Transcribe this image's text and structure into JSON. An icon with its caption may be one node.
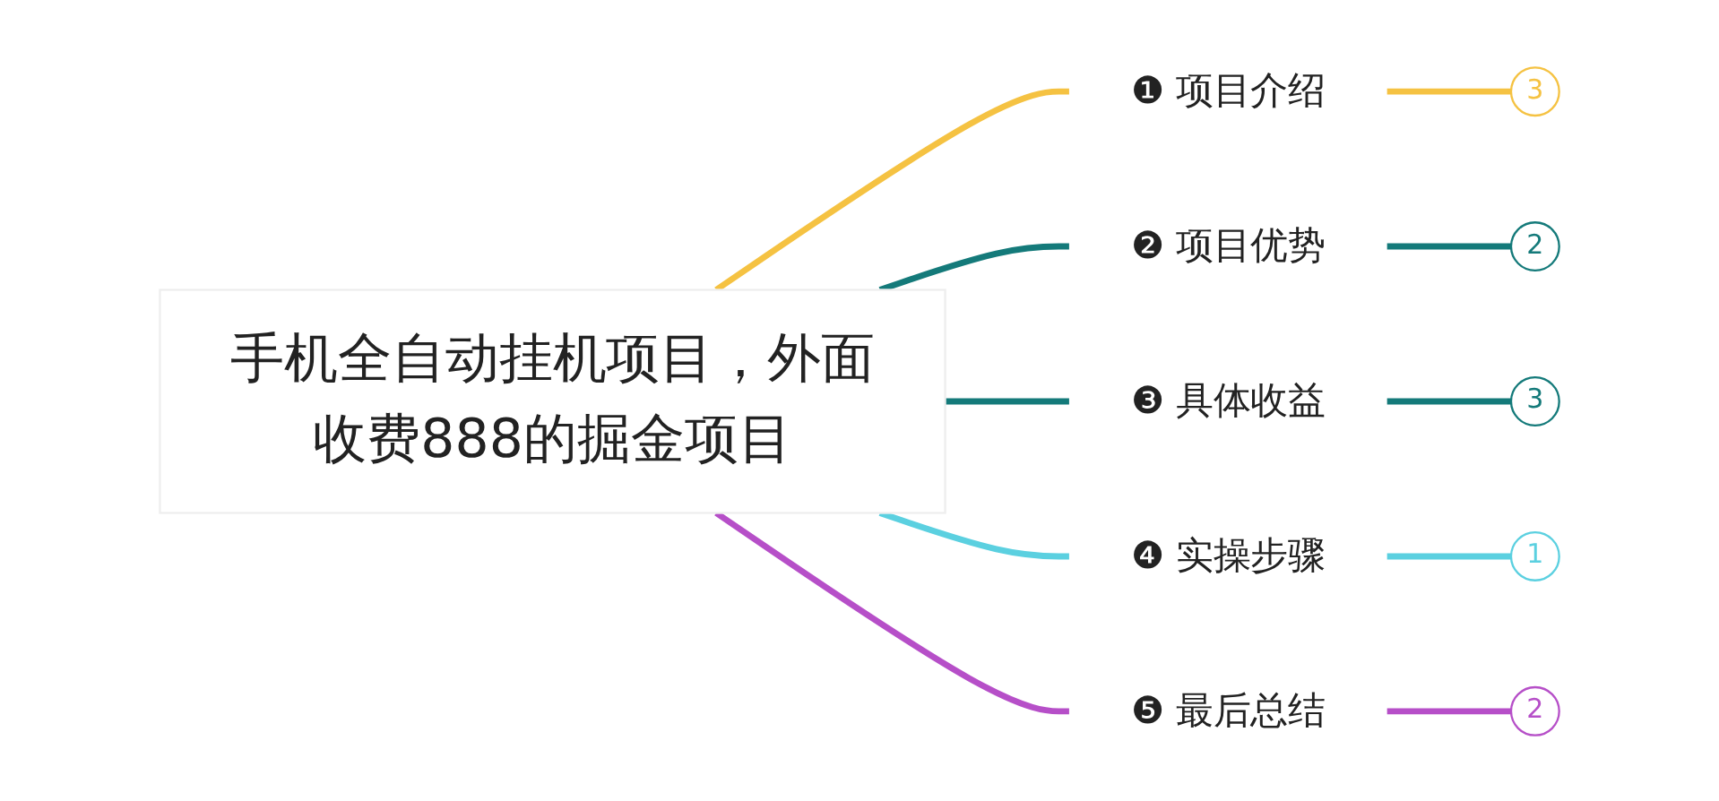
{
  "diagram": {
    "nodes": [
      {
        "text": [
          "手机全自动挂机项目，外面收费888的掘金项目"
        ]
      },
      {
        "text": [
          "❶ 项目介绍"
        ]
      },
      {
        "text": [
          "3"
        ]
      },
      {
        "text": [
          "❷ 项目优势"
        ]
      },
      {
        "text": [
          "2"
        ]
      },
      {
        "text": [
          "❸ 具体收益"
        ]
      },
      {
        "text": [
          "3"
        ]
      },
      {
        "text": [
          "❹ 实操步骤"
        ]
      },
      {
        "text": [
          "1"
        ]
      },
      {
        "text": [
          "❺ 最后总结"
        ]
      },
      {
        "text": [
          "2"
        ]
      }
    ],
    "edges": [
      {
        "from": 0,
        "to": 1,
        "arrow": "none",
        "color": "#f5c242"
      },
      {
        "from": 1,
        "to": 2,
        "arrow": "none",
        "color": "#f5c242"
      },
      {
        "from": 0,
        "to": 3,
        "arrow": "none",
        "color": "#147a7a"
      },
      {
        "from": 3,
        "to": 4,
        "arrow": "none",
        "color": "#147a7a"
      },
      {
        "from": 0,
        "to": 5,
        "arrow": "none",
        "color": "#147a7a"
      },
      {
        "from": 5,
        "to": 6,
        "arrow": "none",
        "color": "#147a7a"
      },
      {
        "from": 0,
        "to": 7,
        "arrow": "none",
        "color": "#5bd0e0"
      },
      {
        "from": 7,
        "to": 8,
        "arrow": "none",
        "color": "#5bd0e0"
      },
      {
        "from": 0,
        "to": 9,
        "arrow": "none",
        "color": "#b64fc8"
      },
      {
        "from": 9,
        "to": 10,
        "arrow": "none",
        "color": "#b64fc8"
      }
    ]
  }
}
